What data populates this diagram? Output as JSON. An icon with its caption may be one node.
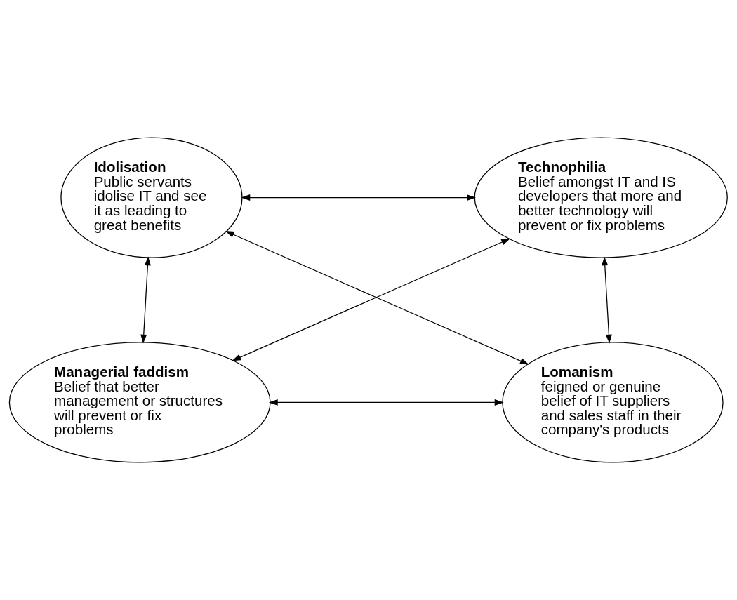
{
  "diagram": {
    "nodes": [
      {
        "text": [
          "Idolisation",
          "Public servants idolise IT and see it as leading to great benefits"
        ]
      },
      {
        "text": [
          "Technophilia",
          "Belief amongst IT and IS developers that more and better technology will prevent or fix problems"
        ]
      },
      {
        "text": [
          "Managerial faddism",
          "Belief that better management or structures will prevent or fix problems"
        ]
      },
      {
        "text": [
          "Lomanism",
          "feigned or genuine belief of IT suppliers and sales staff in their company's products"
        ]
      }
    ],
    "edges": [
      {
        "from": 0,
        "to": 1,
        "arrow": "both"
      },
      {
        "from": 0,
        "to": 2,
        "arrow": "both"
      },
      {
        "from": 1,
        "to": 3,
        "arrow": "both"
      },
      {
        "from": 0,
        "to": 3,
        "arrow": "both"
      },
      {
        "from": 1,
        "to": 2,
        "arrow": "both"
      },
      {
        "from": 2,
        "to": 3,
        "arrow": "both"
      }
    ]
  }
}
